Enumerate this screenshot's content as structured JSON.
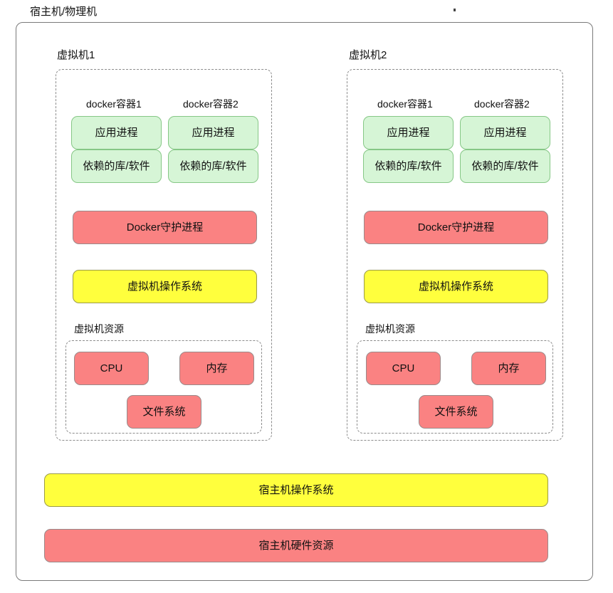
{
  "diagram": {
    "title": "宿主机/物理机",
    "stray_dot": "·",
    "host_layers": [
      {
        "label": "宿主机操作系统",
        "color": "#ffff3d"
      },
      {
        "label": "宿主机硬件资源",
        "color": "#fa8282"
      }
    ],
    "vms": [
      {
        "label": "虚拟机1",
        "containers": [
          {
            "label": "docker容器1",
            "app": "应用进程",
            "deps": "依赖的库/软件"
          },
          {
            "label": "docker容器2",
            "app": "应用进程",
            "deps": "依赖的库/软件"
          }
        ],
        "daemon": "Docker守护进程",
        "guest_os": "虚拟机操作系统",
        "resources_label": "虚拟机资源",
        "resources": [
          "CPU",
          "内存",
          "文件系统"
        ]
      },
      {
        "label": "虚拟机2",
        "containers": [
          {
            "label": "docker容器1",
            "app": "应用进程",
            "deps": "依赖的库/软件"
          },
          {
            "label": "docker容器2",
            "app": "应用进程",
            "deps": "依赖的库/软件"
          }
        ],
        "daemon": "Docker守护进程",
        "guest_os": "虚拟机操作系统",
        "resources_label": "虚拟机资源",
        "resources": [
          "CPU",
          "内存",
          "文件系统"
        ]
      }
    ],
    "colors": {
      "green_fill": "#d6f5d6",
      "green_border": "#86c786",
      "red_fill": "#fa8282",
      "yellow_fill": "#ffff3d",
      "container_border": "#7a7a7a",
      "dashed_border": "#8c8c8c"
    }
  }
}
